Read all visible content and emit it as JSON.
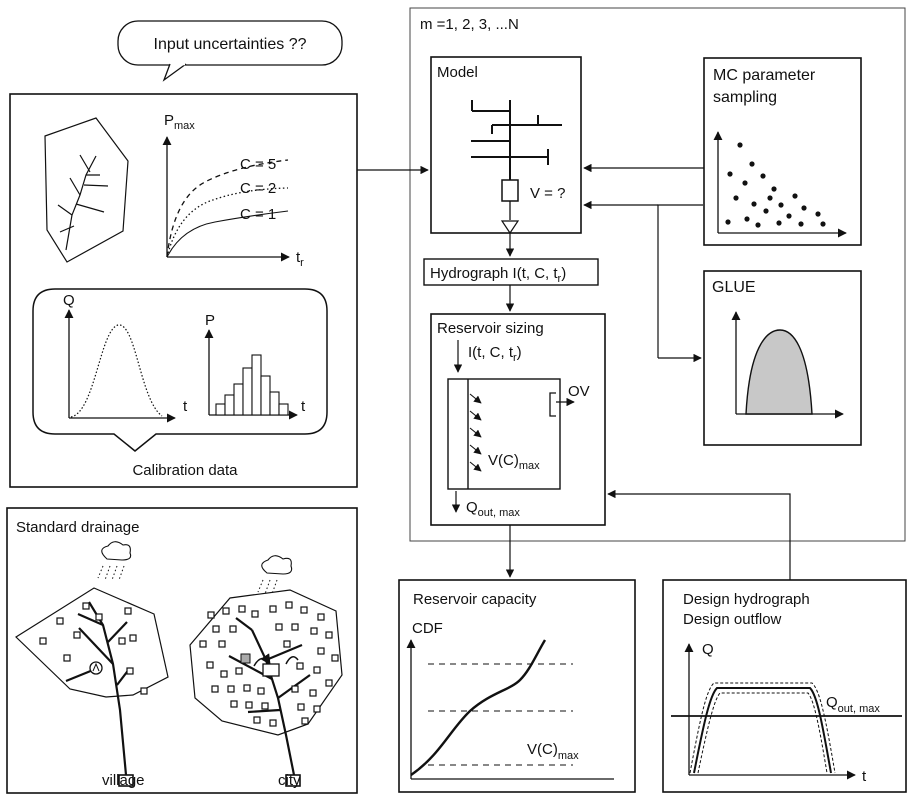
{
  "bubble": {
    "text": "Input uncertainties ??"
  },
  "iteration": {
    "label": "m =1, 2, 3, ...N"
  },
  "model": {
    "title": "Model",
    "volume_label": "V = ?"
  },
  "mc": {
    "title_line1": "MC parameter",
    "title_line2": "sampling"
  },
  "glue": {
    "title": "GLUE"
  },
  "hydrograph_box": {
    "text_main": "Hydrograph I(t, C, t",
    "text_sub": "r",
    "text_close": ")"
  },
  "reservoir_sizing": {
    "title": "Reservoir sizing",
    "inflow_main": "I(t, C, t",
    "inflow_sub": "r",
    "inflow_close": ")",
    "ov_label": "OV",
    "volume_main": "V(C)",
    "volume_sub": "max",
    "qout_main": "Q",
    "qout_sub": "out, max"
  },
  "idf": {
    "y_main": "P",
    "y_sub": "max",
    "x_main": "t",
    "x_sub": "r",
    "curves": [
      {
        "label": "C = 5",
        "style": "dashed"
      },
      {
        "label": "C = 2",
        "style": "dotted"
      },
      {
        "label": "C = 1",
        "style": "solid"
      }
    ]
  },
  "calibration": {
    "label": "Calibration data",
    "hydro_y": "Q",
    "hydro_x": "t",
    "hist_y": "P",
    "hist_x": "t"
  },
  "drainage": {
    "title": "Standard drainage",
    "village_label": "village",
    "city_label": "city"
  },
  "capacity": {
    "title": "Reservoir capacity",
    "y_label": "CDF",
    "x_main": "V(C)",
    "x_sub": "max"
  },
  "design": {
    "title_line1": "Design hydrograph",
    "title_line2": "Design outflow",
    "y_label": "Q",
    "x_label": "t",
    "qout_main": "Q",
    "qout_sub": "out, max"
  },
  "colors": {
    "line": "#111111",
    "glue_fill": "#c8c8c8",
    "background": "#ffffff"
  }
}
